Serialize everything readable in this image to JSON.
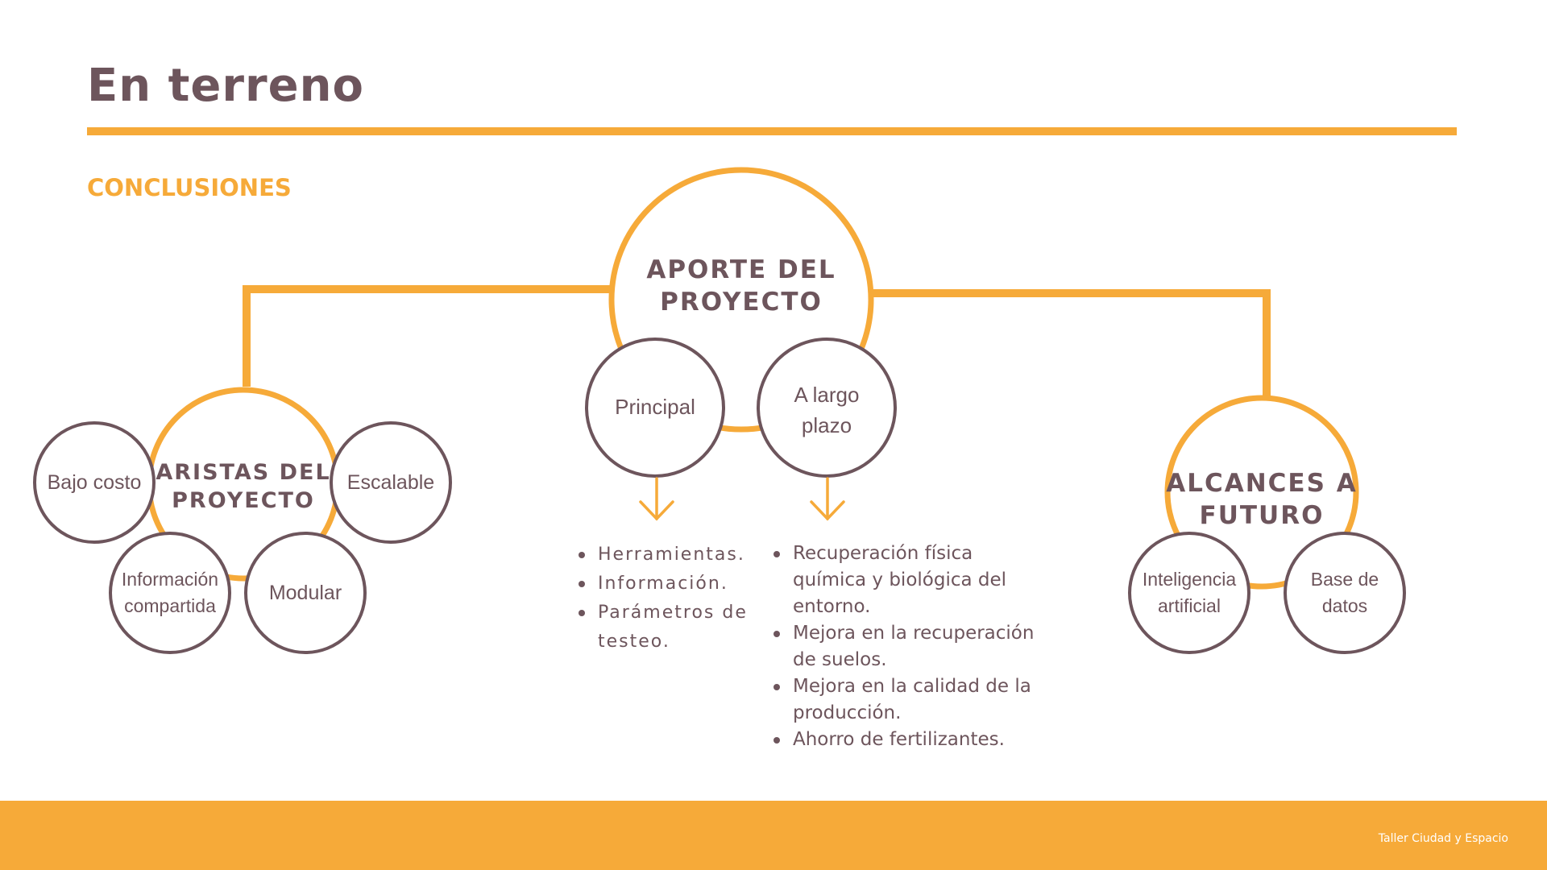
{
  "slide": {
    "title": "En terreno",
    "subtitle": "CONCLUSIONES",
    "footer": "Taller Ciudad y Espacio"
  },
  "colors": {
    "accent": "#f6aa39",
    "text": "#6d555c",
    "background": "#ffffff"
  },
  "diagram": {
    "center": {
      "label": "APORTE DEL\nPROYECTO",
      "children": [
        {
          "label": "Principal"
        },
        {
          "label": "A largo\nplazo"
        }
      ],
      "bullets_left": [
        "Herramientas.",
        "Información.",
        "Parámetros de testeo."
      ],
      "bullets_right": [
        "Recuperación física química y biológica del entorno.",
        "Mejora en la recuperación de suelos.",
        "Mejora en la calidad de la producción.",
        "Ahorro de fertilizantes."
      ]
    },
    "left": {
      "label": "ARISTAS DEL\nPROYECTO",
      "children": [
        {
          "label": "Bajo costo"
        },
        {
          "label": "Escalable"
        },
        {
          "label": "Información\ncompartida"
        },
        {
          "label": "Modular"
        }
      ]
    },
    "right": {
      "label": "ALCANCES A\nFUTURO",
      "children": [
        {
          "label": "Inteligencia\nartificial"
        },
        {
          "label": "Base de\ndatos"
        }
      ]
    }
  }
}
